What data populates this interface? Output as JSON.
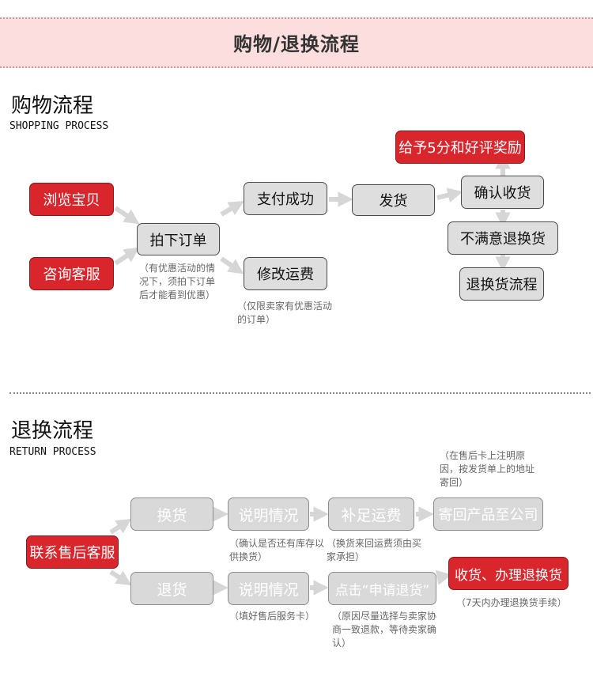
{
  "banner": {
    "title": "购物/退换流程"
  },
  "shopping": {
    "title": "购物流程",
    "subtitle": "SHOPPING PROCESS",
    "browse": "浏览宝贝",
    "consult": "咨询客服",
    "place_order": "拍下订单",
    "place_order_note": "（有优惠活动的情况下，须拍下订单后才能看到优惠）",
    "pay_success": "支付成功",
    "modify_shipping": "修改运费",
    "modify_shipping_note": "（仅限卖家有优惠活动的订单）",
    "ship": "发货",
    "reward": "给予5分和好评奖励",
    "confirm_receipt": "确认收货",
    "unsatisfied": "不满意退换货",
    "return_process": "退换货流程"
  },
  "returns": {
    "title": "退换流程",
    "subtitle": "RETURN PROCESS",
    "contact": "联系售后客服",
    "exchange": "换货",
    "refund": "退货",
    "explain_1": "说明情况",
    "explain_1_note": "（确认是否还有库存以供换货）",
    "explain_2": "说明情况",
    "explain_2_note": "（填好售后服务卡）",
    "add_shipping": "补足运费",
    "add_shipping_note": "（换货来回运费须由买家承担）",
    "apply_refund": "点击“申请退货”",
    "apply_refund_note": "（原因尽量选择与卖家协商一致退款，等待卖家确认）",
    "send_back": "寄回产品至公司",
    "send_back_note": "（在售后卡上注明原因，按发货单上的地址寄回）",
    "receive_process": "收货、办理退换货",
    "receive_process_note": "（7天内办理退换货手续）"
  },
  "colors": {
    "banner_bg": "#fcdede",
    "red_box": "#d9252c",
    "gray_box": "#dedede",
    "arrow": "#d6d6d6",
    "note_text": "#666666"
  }
}
